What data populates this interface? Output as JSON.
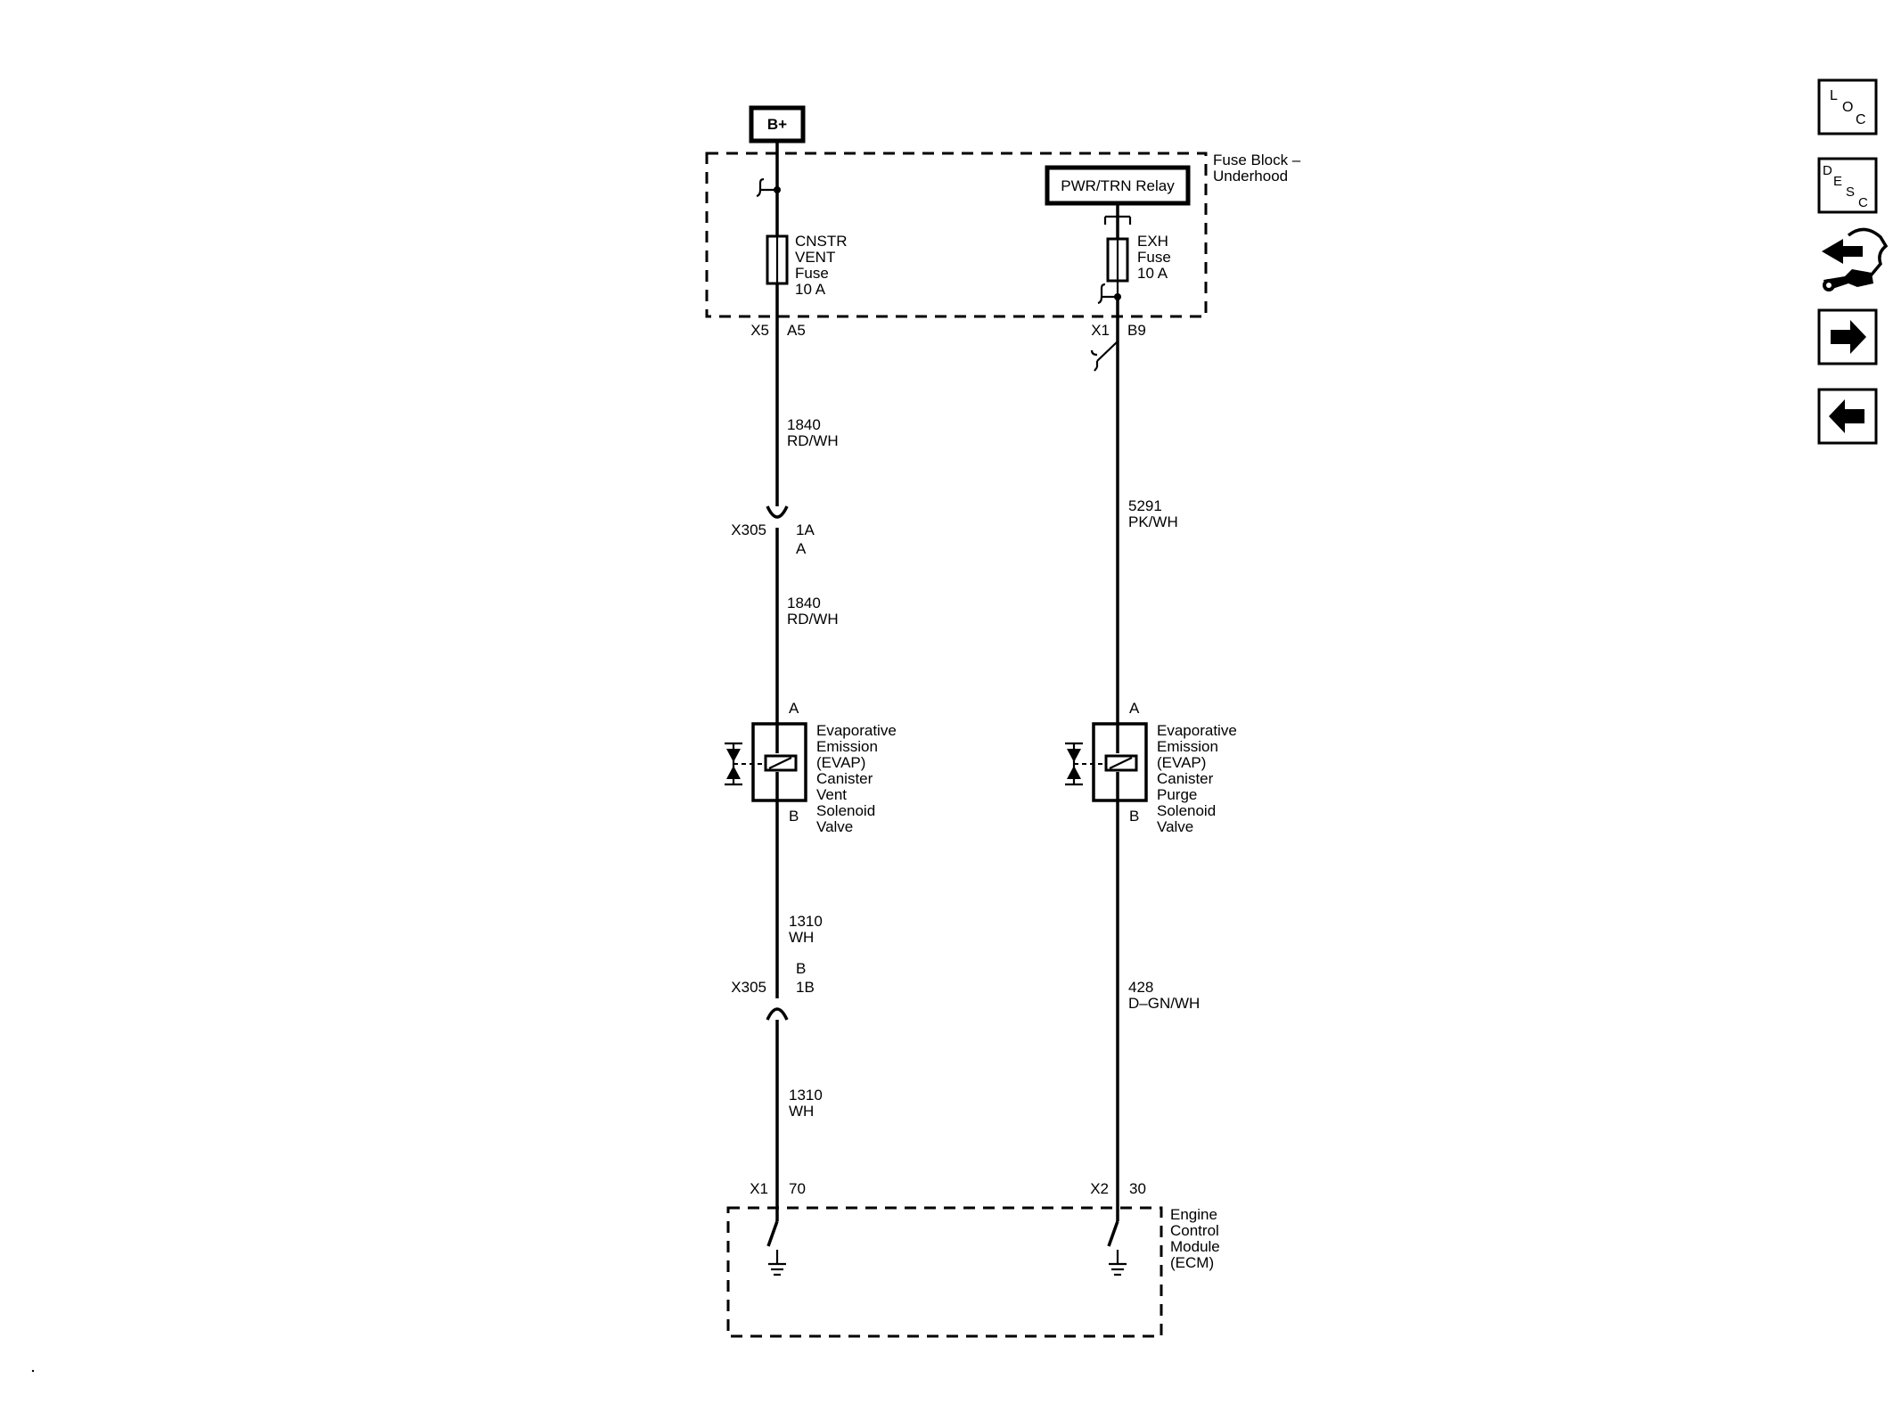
{
  "power": {
    "b_plus": "B+"
  },
  "fuse_block": {
    "label": [
      "Fuse Block –",
      "Underhood"
    ],
    "relay": "PWR/TRN Relay",
    "fuse1": {
      "lines": [
        "CNSTR",
        "VENT",
        "Fuse",
        "10 A"
      ],
      "connector": "X5",
      "pin": "A5"
    },
    "fuse2": {
      "lines": [
        "EXH",
        "Fuse",
        "10 A"
      ],
      "connector": "X1",
      "pin": "B9"
    }
  },
  "left_circuit": {
    "wire1": [
      "1840",
      "RD/WH"
    ],
    "inline_top": {
      "connector": "X305",
      "pin_a": "1A",
      "pin_b": "A"
    },
    "wire2": [
      "1840",
      "RD/WH"
    ],
    "pin_a": "A",
    "pin_b": "B",
    "solenoid": [
      "Evaporative",
      "Emission",
      "(EVAP)",
      "Canister",
      "Vent",
      "Solenoid",
      "Valve"
    ],
    "wire3": [
      "1310",
      "WH"
    ],
    "inline_bottom": {
      "connector": "X305",
      "pin_a": "B",
      "pin_b": "1B"
    },
    "wire4": [
      "1310",
      "WH"
    ],
    "ecm_connector": "X1",
    "ecm_pin": "70"
  },
  "right_circuit": {
    "wire1": [
      "5291",
      "PK/WH"
    ],
    "pin_a": "A",
    "pin_b": "B",
    "solenoid": [
      "Evaporative",
      "Emission",
      "(EVAP)",
      "Canister",
      "Purge",
      "Solenoid",
      "Valve"
    ],
    "wire2": [
      "428",
      "D–GN/WH"
    ],
    "ecm_connector": "X2",
    "ecm_pin": "30"
  },
  "ecm": {
    "label": [
      "Engine",
      "Control",
      "Module",
      "(ECM)"
    ]
  },
  "nav": {
    "loc": [
      "L",
      "O",
      "C"
    ],
    "desc": [
      "D",
      "E",
      "S",
      "C"
    ],
    "icons": [
      "connector-end-view-icon",
      "arrow-right-icon",
      "arrow-left-icon"
    ]
  }
}
